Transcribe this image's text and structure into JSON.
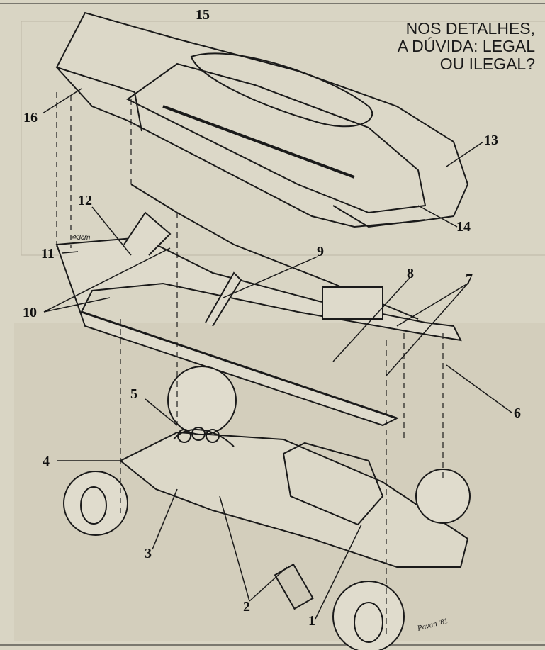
{
  "headline": {
    "line1": "NOS DETALHES,",
    "line2": "A DÚVIDA: LEGAL",
    "line3": "OU ILEGAL?"
  },
  "callouts": [
    "1",
    "2",
    "3",
    "4",
    "5",
    "6",
    "7",
    "8",
    "9",
    "10",
    "11",
    "12",
    "13",
    "14",
    "15",
    "16"
  ],
  "dimension_note": "≏3cm",
  "signature": "Pavan '81"
}
